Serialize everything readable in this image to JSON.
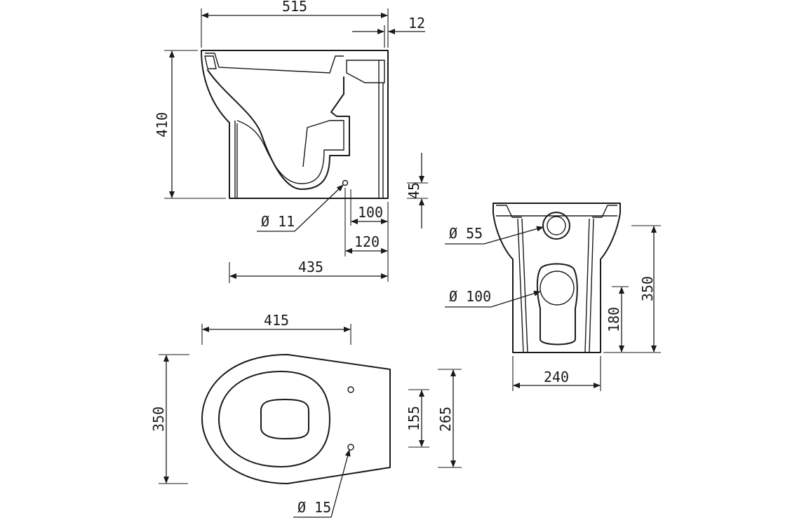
{
  "side_view": {
    "overall_depth": "515",
    "pan_protrusion": "12",
    "height": "410",
    "waste_outlet_height": "45",
    "fixing_hole": "Ø 11",
    "outlet_to_wall_100": "100",
    "outlet_to_wall_120": "120",
    "base_depth": "435"
  },
  "rear_view": {
    "inlet_diameter": "Ø 55",
    "outlet_diameter": "Ø 100",
    "overall_height": "350",
    "outlet_centre_height": "180",
    "base_width": "240"
  },
  "top_view": {
    "bowl_length": "415",
    "overall_width": "350",
    "hole_spacing": "155",
    "rear_width": "265",
    "hole_diameter": "Ø 15"
  }
}
